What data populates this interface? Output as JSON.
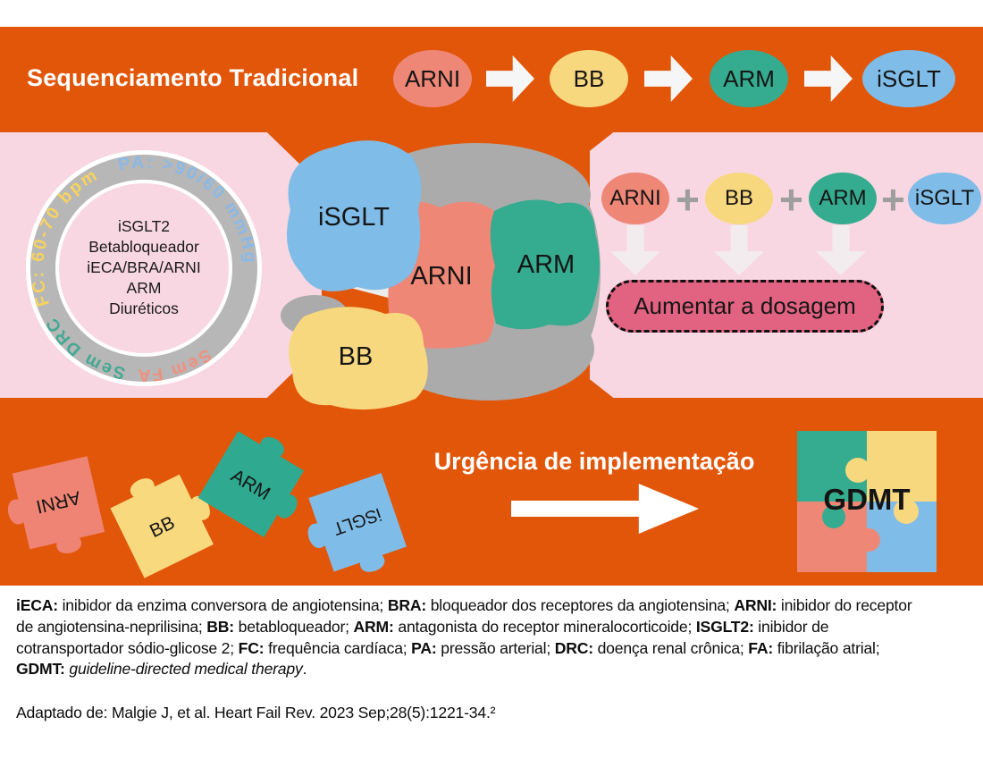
{
  "header": {
    "title": "Sequenciamento Tradicional"
  },
  "top_sequence": {
    "items": [
      {
        "label": "ARNI",
        "color": "#ef8777"
      },
      {
        "label": "BB",
        "color": "#f8d87e"
      },
      {
        "label": "ARM",
        "color": "#35ab8f"
      },
      {
        "label": "iSGLT",
        "color": "#7fbce8"
      }
    ]
  },
  "criteria_badge": {
    "arc_labels": [
      {
        "text": "FC: 60-70 bpm",
        "color": "#f7d35e"
      },
      {
        "text": "PA: >90/60 mmHg",
        "color": "#8ab9e6"
      },
      {
        "text": "Sem FA",
        "color": "#f0907f"
      },
      {
        "text": "Sem DRC",
        "color": "#44a893"
      }
    ],
    "center_lines": [
      "iSGLT2",
      "Betabloqueador",
      "iECA/BRA/ARNI",
      "ARM",
      "Diuréticos"
    ]
  },
  "central_puzzle": {
    "pieces": [
      {
        "label": "iSGLT",
        "color": "#7fbce8"
      },
      {
        "label": "BB",
        "color": "#f8d87e"
      },
      {
        "label": "ARNI",
        "color": "#ef8777"
      },
      {
        "label": "ARM",
        "color": "#35ab8f"
      }
    ]
  },
  "combination": {
    "items": [
      {
        "label": "ARNI",
        "color": "#ef8777"
      },
      {
        "label": "BB",
        "color": "#f8d87e"
      },
      {
        "label": "ARM",
        "color": "#35ab8f"
      },
      {
        "label": "iSGLT",
        "color": "#7fbce8"
      }
    ],
    "plus": "+",
    "action_label": "Aumentar a dosagem"
  },
  "scattered_pieces": [
    {
      "label": "ARNI",
      "color": "#ef8474"
    },
    {
      "label": "BB",
      "color": "#f8d97e"
    },
    {
      "label": "ARM",
      "color": "#2fa98f"
    },
    {
      "label": "iSGLT",
      "color": "#7fbde8"
    }
  ],
  "urgency": {
    "title": "Urgência de implementação"
  },
  "gdmt": {
    "label": "GDMT"
  },
  "footnote": {
    "lines": [
      [
        {
          "text": "iECA:",
          "bold": true
        },
        {
          "text": " inibidor da enzima conversora de angiotensina; "
        },
        {
          "text": "BRA:",
          "bold": true
        },
        {
          "text": " bloqueador dos receptores da angiotensina; "
        },
        {
          "text": "ARNI:",
          "bold": true
        },
        {
          "text": " inibidor do receptor"
        }
      ],
      [
        {
          "text": "de angiotensina-neprilisina; "
        },
        {
          "text": "BB:",
          "bold": true
        },
        {
          "text": " betabloqueador; "
        },
        {
          "text": "ARM:",
          "bold": true
        },
        {
          "text": " antagonista do receptor mineralocorticoide; "
        },
        {
          "text": "ISGLT2:",
          "bold": true
        },
        {
          "text": " inibidor de"
        }
      ],
      [
        {
          "text": "cotransportador sódio-glicose 2; "
        },
        {
          "text": "FC:",
          "bold": true
        },
        {
          "text": " frequência cardíaca; "
        },
        {
          "text": "PA:",
          "bold": true
        },
        {
          "text": " pressão arterial; "
        },
        {
          "text": "DRC:",
          "bold": true
        },
        {
          "text": " doença renal crônica; "
        },
        {
          "text": "FA:",
          "bold": true
        },
        {
          "text": " fibrilação atrial;"
        }
      ],
      [
        {
          "text": "GDMT:",
          "bold": true
        },
        {
          "text": " "
        },
        {
          "text": "guideline-directed medical therapy",
          "italic": true
        },
        {
          "text": "."
        }
      ]
    ],
    "source": "Adaptado de: Malgie J, et al. Heart Fail Rev. 2023 Sep;28(5):1221-34.²"
  },
  "colors": {
    "banner_orange": "#e2560a",
    "panel_pink": "#f8d7e2",
    "ring_gray": "#b7b7b7",
    "puzzle_gray": "#ababab",
    "gap_light_gray": "#ececec",
    "dosage_pink": "#e26381",
    "arrow_white": "#f6f6f6",
    "plus_gray": "#9e9e9e"
  }
}
